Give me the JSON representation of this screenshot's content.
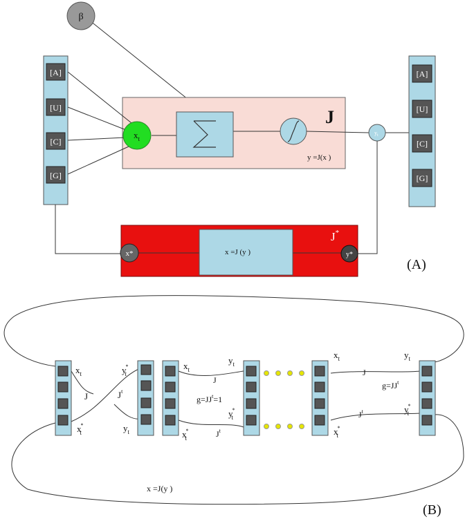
{
  "panel_a": {
    "beta": "β",
    "input_bases": [
      "[A]",
      "[U]",
      "[C]",
      "[G]"
    ],
    "output_bases": [
      "[A]",
      "[U]",
      "[C]",
      "[G]"
    ],
    "x_node": "x",
    "x_node_sub": "t",
    "y_node": "y",
    "y_node_sub": "t",
    "j_label": "J",
    "j_formula": "y =J(x )",
    "jstar_label": "J",
    "jstar_sup": "*",
    "jstar_formula": "x =J (y )",
    "xstar_node": "x*",
    "ystar_node": "y*",
    "caption": "(A)"
  },
  "panel_b": {
    "labels": [
      {
        "text": "x",
        "sub": "t"
      },
      {
        "text": "x",
        "sup": "*",
        "sub": "t"
      },
      {
        "text": "J"
      },
      {
        "text": "y",
        "sup": "*",
        "sub": "t"
      },
      {
        "text": "J",
        "sup": "t"
      },
      {
        "text": "y",
        "sub": "t"
      },
      {
        "text": "x",
        "sub": "t"
      },
      {
        "text": "y",
        "sub": "t"
      },
      {
        "text": "J"
      },
      {
        "text": "g=JJ",
        "sup": "t",
        "tail": "=1"
      },
      {
        "text": "y",
        "sup": "*",
        "sub": "t"
      },
      {
        "text": "x",
        "sup": "*",
        "sub": "t"
      },
      {
        "text": "J",
        "sup": "t"
      },
      {
        "text": "x",
        "sub": "t"
      },
      {
        "text": "y",
        "sub": "t"
      },
      {
        "text": "J"
      },
      {
        "text": "g=JJ",
        "sup": "t"
      },
      {
        "text": "J",
        "sup": "t"
      },
      {
        "text": "y",
        "sup": "*",
        "sub": "t"
      },
      {
        "text": "x",
        "sup": "*",
        "sub": "t"
      }
    ],
    "bottom_formula": "x =J(y )",
    "caption": "(B)"
  },
  "colors": {
    "bg": "#ffffff",
    "column": "#add8e6",
    "cell": "#555555",
    "j_box": "#f9dcd6",
    "jstar_box": "#e8100f",
    "x_node": "#22dd22",
    "beta_node": "#999999",
    "dots": "#e6e600"
  }
}
